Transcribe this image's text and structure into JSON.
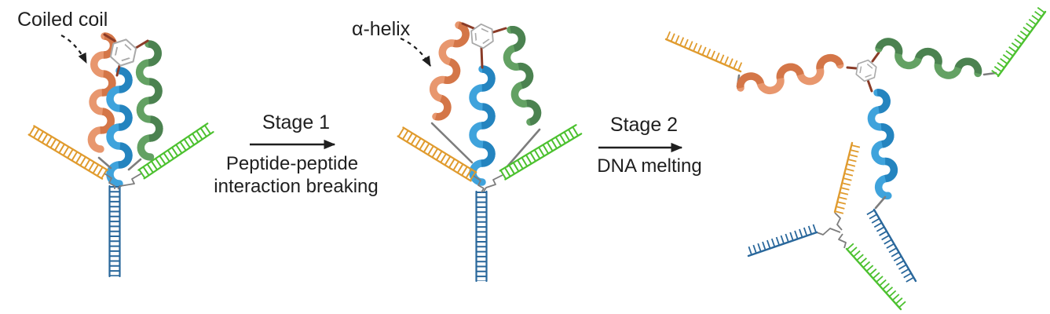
{
  "labels": {
    "coiled_coil": "Coiled coil",
    "alpha_helix": "α-helix",
    "stage1_title": "Stage 1",
    "stage1_caption_line1": "Peptide-peptide",
    "stage1_caption_line2": "interaction breaking",
    "stage2_title": "Stage 2",
    "stage2_caption": "DNA melting"
  },
  "panels": [
    {
      "name": "assembled-structure",
      "annotation": "Coiled coil",
      "parts": [
        "orange alpha-helix",
        "blue alpha-helix",
        "green alpha-helix",
        "benzene linker core",
        "orange DNA duplex arm",
        "green DNA duplex arm",
        "blue DNA duplex arm",
        "three-way junction"
      ]
    },
    {
      "name": "after-stage-1",
      "annotation": "α-helix",
      "parts": [
        "splayed orange alpha-helix",
        "blue alpha-helix",
        "splayed green alpha-helix",
        "benzene linker core",
        "orange DNA duplex arm",
        "green DNA duplex arm",
        "blue DNA duplex arm",
        "three-way junction"
      ]
    },
    {
      "name": "after-stage-2",
      "parts": [
        "benzene core with orange, green and blue helices",
        "orange ssDNA strand",
        "green ssDNA strand",
        "blue ssDNA strand",
        "three-way junction of single strands"
      ]
    }
  ],
  "colors": {
    "peptide_orange": "#E8976E",
    "peptide_orange_dark": "#CE6E3F",
    "peptide_blue": "#3FA3DC",
    "peptide_blue_dark": "#1E7CB8",
    "peptide_green": "#63A163",
    "peptide_green_dark": "#457B4B",
    "dna_orange": "#E09B2E",
    "dna_green": "#4CC12F",
    "dna_blue": "#29679B",
    "linker_gray": "#7D7D7D",
    "bond_brown": "#8A3B27",
    "ring_gray": "#A9A9A9",
    "text_black": "#1F1F1F"
  }
}
